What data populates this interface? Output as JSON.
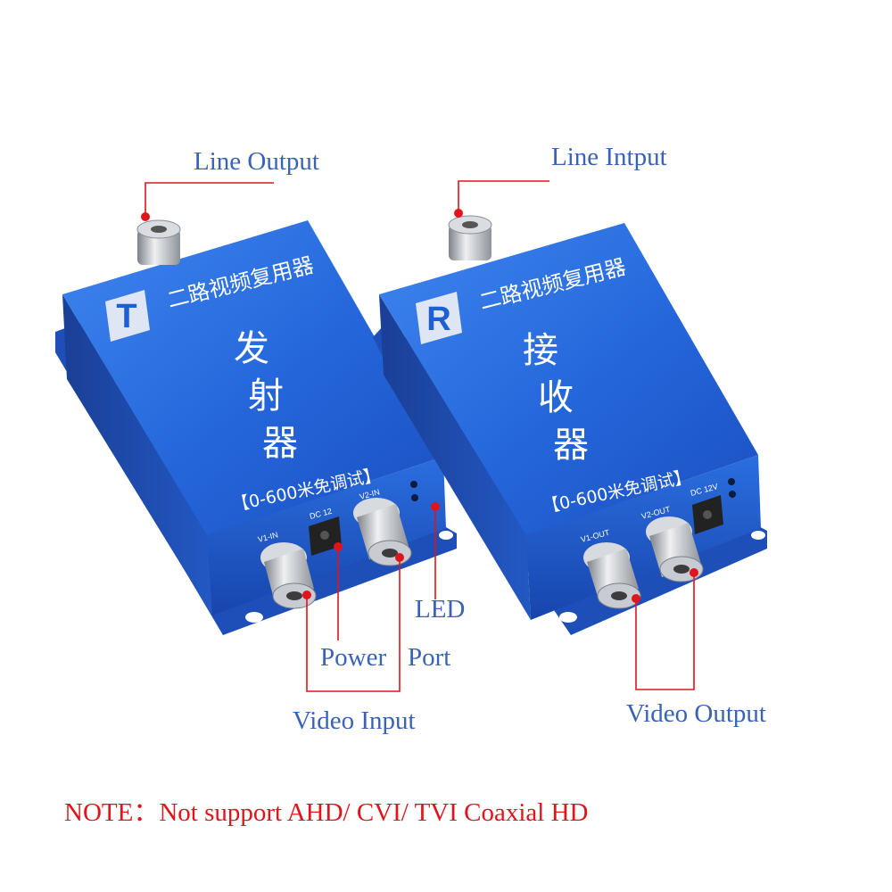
{
  "transmitter": {
    "badge": "T",
    "subtitle": "二路视频复用器",
    "name_chars": [
      "发",
      "射",
      "器"
    ],
    "range": "【0-600米免调试】",
    "port_labels": {
      "v1": "V1-IN",
      "dc": "DC 12",
      "v2": "V2-IN"
    }
  },
  "receiver": {
    "badge": "R",
    "subtitle": "二路视频复用器",
    "name_chars": [
      "接",
      "收",
      "器"
    ],
    "range": "【0-600米免调试】",
    "port_labels": {
      "v1": "V1-OUT",
      "v2": "V2-OUT",
      "dc": "DC 12V"
    }
  },
  "callouts": {
    "line_output": "Line Output",
    "line_input": "Line Intput",
    "led": "LED",
    "power": "Power",
    "port": "Port",
    "video_input": "Video Input",
    "video_output": "Video Output"
  },
  "note": "NOTE：Not support AHD/ CVI/ TVI Coaxial HD",
  "colors": {
    "device_blue": "#1f5fd6",
    "label_blue": "#3a63b5",
    "callout_red": "#e0141b"
  }
}
